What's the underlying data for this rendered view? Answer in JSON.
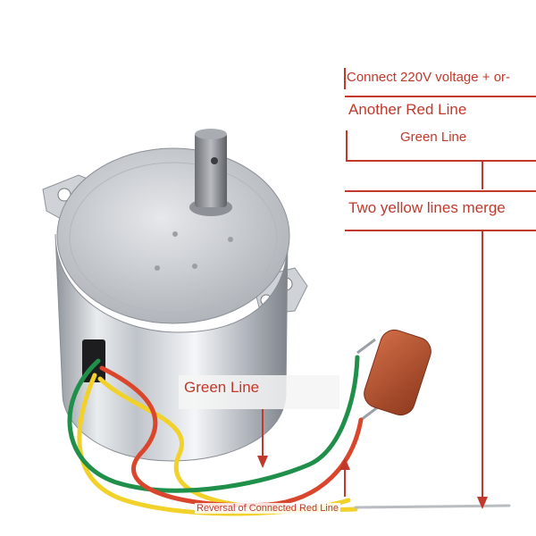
{
  "photo": {
    "subject": "motor-with-capacitor-and-wires",
    "colors": {
      "annotation": "#c0392b",
      "motor_body": "#c9cdd2",
      "shaft": "#8a8d92",
      "capacitor": "#b5522f",
      "wire_green": "#1f8f4a",
      "wire_yellow": "#f2d22a",
      "wire_red": "#d9462b"
    }
  },
  "labels": {
    "connect": "Connect 220V voltage + or-",
    "another_red": "Another Red Line",
    "green_top": "Green Line",
    "yellow_merge": "Two yellow lines merge",
    "green_bottom": "Green Line",
    "reversal": "Reversal of Connected Red Line"
  }
}
